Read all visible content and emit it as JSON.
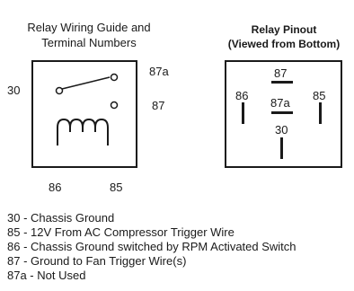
{
  "guide": {
    "title_line1": "Relay Wiring Guide and",
    "title_line2": "Terminal Numbers",
    "terminals": {
      "t30": "30",
      "t87a": "87a",
      "t87": "87",
      "t86": "86",
      "t85": "85"
    }
  },
  "pinout": {
    "title_line1": "Relay Pinout",
    "title_line2": "(Viewed from Bottom)",
    "pins": {
      "p87": "87",
      "p87a": "87a",
      "p86": "86",
      "p85": "85",
      "p30": "30"
    }
  },
  "legend": [
    "30 - Chassis Ground",
    "85 - 12V From AC Compressor Trigger Wire",
    "86 - Chassis Ground switched by RPM Activated Switch",
    "87 - Ground to Fan Trigger Wire(s)",
    "87a - Not Used"
  ]
}
